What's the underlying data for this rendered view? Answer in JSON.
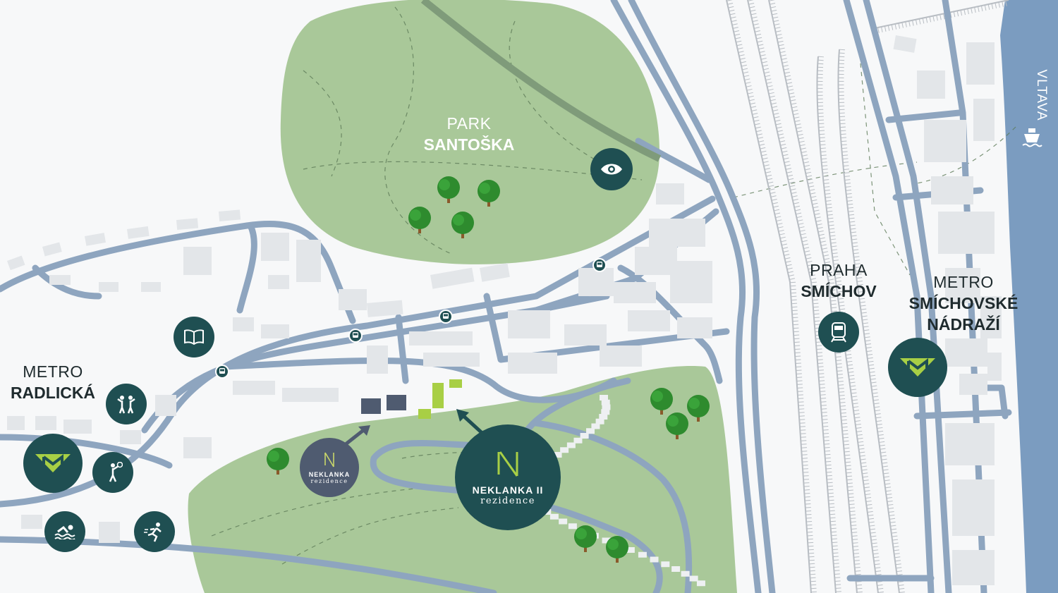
{
  "labels": {
    "park": {
      "line1": "PARK",
      "line2": "SANTOŠKA"
    },
    "metro_radlicka": {
      "line1": "METRO",
      "line2": "RADLICKÁ"
    },
    "praha_smichov": {
      "line1": "PRAHA",
      "line2": "SMÍCHOV"
    },
    "metro_smichovske": {
      "line1": "METRO",
      "line2": "SMÍCHOVSKÉ",
      "line3": "NÁDRAŽÍ"
    },
    "river": "VLTAVA"
  },
  "projects": {
    "neklanka": {
      "name": "NEKLANKA",
      "sub": "rezidence",
      "logo": "N"
    },
    "neklanka_ii": {
      "name": "NEKLANKA II",
      "sub": "rezidence",
      "logo": "N"
    }
  },
  "icons": [
    "eye-icon",
    "bus-icon",
    "book-icon",
    "people-icon",
    "metro-icon",
    "tennis-icon",
    "swimming-icon",
    "running-icon",
    "train-icon",
    "ship-icon",
    "tree-icon"
  ],
  "colors": {
    "marker": "#1f4f52",
    "marker_neklanka": "#4f5b70",
    "park": "#a9c899",
    "road": "#8ea5bf",
    "river": "#7b9cc0",
    "building": "#e3e6e9",
    "accent_green": "#a8cf45"
  }
}
